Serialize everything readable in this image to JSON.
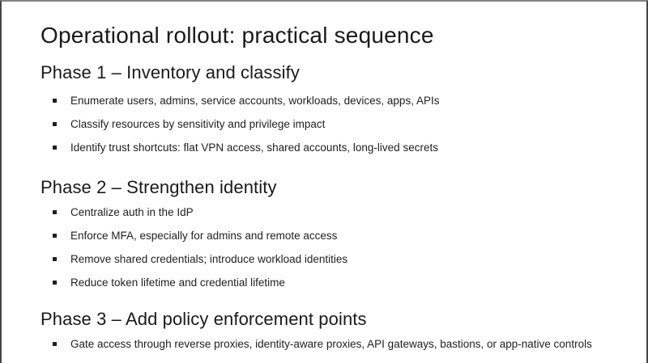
{
  "slide": {
    "title": "Operational rollout: practical sequence",
    "phases": [
      {
        "heading": "Phase 1 – Inventory and classify",
        "bullets": [
          "Enumerate users, admins, service accounts, workloads, devices, apps, APIs",
          "Classify resources by sensitivity and privilege impact",
          "Identify trust shortcuts: flat VPN access, shared accounts, long-lived secrets"
        ]
      },
      {
        "heading": "Phase 2 – Strengthen identity",
        "bullets": [
          "Centralize auth in the IdP",
          "Enforce MFA, especially for admins and remote access",
          "Remove shared credentials; introduce workload identities",
          "Reduce token lifetime and credential lifetime"
        ]
      },
      {
        "heading": "Phase 3 – Add policy enforcement points",
        "bullets": [
          "Gate access through reverse proxies, identity-aware proxies, API gateways, bastions, or app-native controls"
        ]
      }
    ],
    "colors": {
      "text": "#1a1a1a",
      "background": "#ffffff",
      "border_top": "#828282",
      "border_side": "#474747",
      "bullet": "#1f1f1f"
    }
  }
}
